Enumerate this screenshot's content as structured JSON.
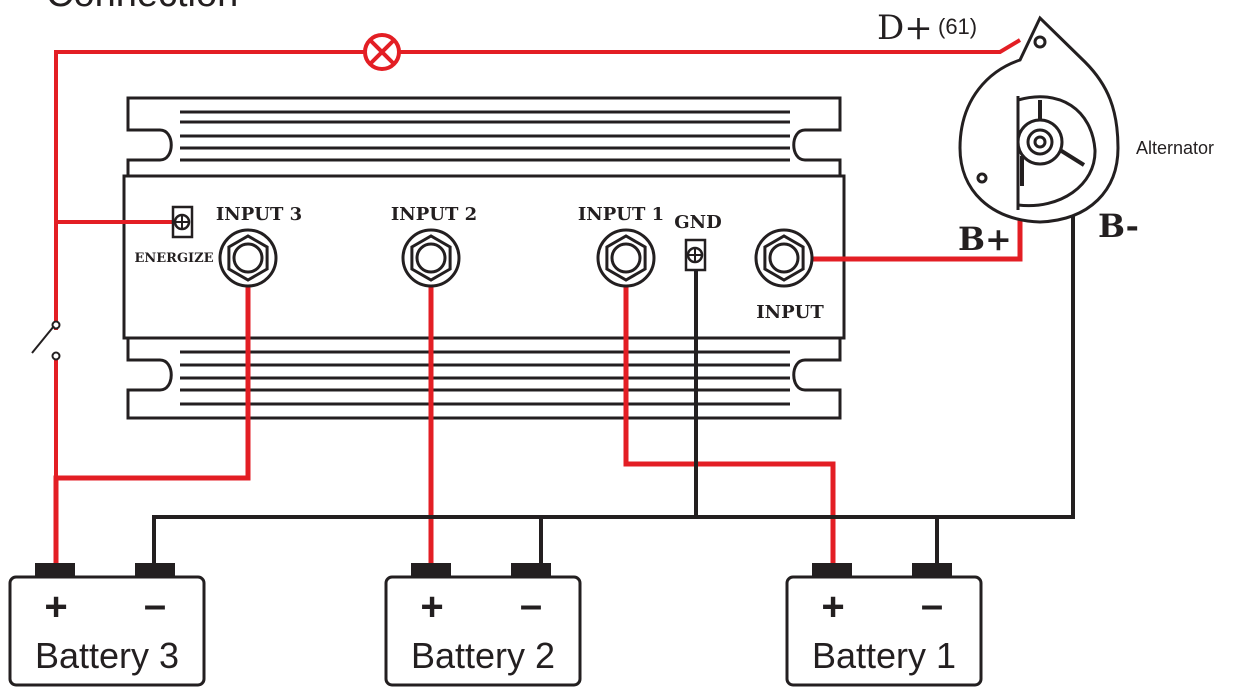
{
  "title": "Connection",
  "device": {
    "inputs": [
      {
        "id": "input3",
        "label": "INPUT 3"
      },
      {
        "id": "input2",
        "label": "INPUT 2"
      },
      {
        "id": "input1",
        "label": "INPUT 1"
      }
    ],
    "gnd_label": "GND",
    "energize_label": "ENERGIZE",
    "main_input_label": "INPUT"
  },
  "alternator": {
    "label": "Alternator",
    "d_plus_label": "D+",
    "d_plus_code": "(61)",
    "b_plus_label": "B+",
    "b_minus_label": "B-"
  },
  "batteries": [
    {
      "id": "battery3",
      "label": "Battery 3",
      "plus": "+",
      "minus": "–"
    },
    {
      "id": "battery2",
      "label": "Battery 2",
      "plus": "+",
      "minus": "–"
    },
    {
      "id": "battery1",
      "label": "Battery 1",
      "plus": "+",
      "minus": "–"
    }
  ],
  "colors": {
    "positive_wire": "#e31e24",
    "negative_wire": "#231f20",
    "outline": "#231f20"
  }
}
